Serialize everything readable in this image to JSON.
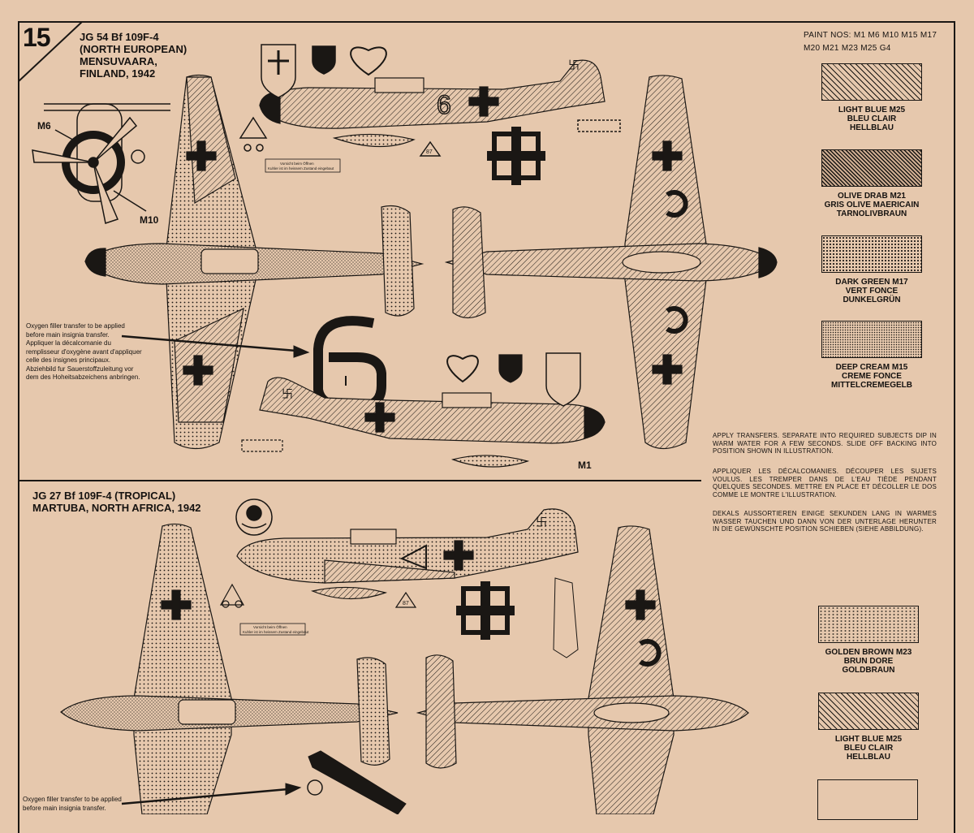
{
  "step_number": "15",
  "scheme1": {
    "title_lines": [
      "JG 54 Bf 109F-4",
      "(NORTH EUROPEAN)",
      "MENSUVAARA,",
      "FINLAND, 1942"
    ],
    "callouts": {
      "m6": "M6",
      "m10": "M10",
      "m1": "M1"
    },
    "oxygen_note": [
      "Oxygen filler transfer to be applied",
      "before main insignia transfer.",
      "Appliquer la décalcomanie du",
      "remplisseur d'oxygène avant d'appliquer",
      "celle des insignes principaux.",
      "Abziehbild fur Sauerstoffzuleitung vor",
      "dem des Hoheitsabzeichens anbringen."
    ],
    "fuselage_number": "6",
    "decal_number": "87",
    "small_stencil": [
      "Vorsicht beim Öffnen",
      "Kuhler ist im heissem Zustand eingebaut"
    ]
  },
  "scheme2": {
    "title_lines": [
      "JG 27 Bf 109F-4 (TROPICAL)",
      "MARTUBA, NORTH AFRICA, 1942"
    ],
    "oxygen_note": [
      "Oxygen filler transfer to be applied",
      "before main insignia transfer."
    ],
    "decal_number": "87",
    "small_stencil": [
      "Vorsicht beim Öffnen",
      "Kuhler ist im heissem Zustand eingebaut"
    ]
  },
  "paint_nos": [
    "PAINT NOS: M1 M6 M10 M15 M17",
    "M20 M21 M23 M25 G4"
  ],
  "swatches_top": [
    {
      "lines": [
        "LIGHT BLUE M25",
        "BLEU CLAIR",
        "HELLBLAU"
      ],
      "pattern": "hatch-light"
    },
    {
      "lines": [
        "OLIVE DRAB M21",
        "GRIS OLIVE MAERICAIN",
        "TARNOLIVBRAUN"
      ],
      "pattern": "hatch-dark"
    },
    {
      "lines": [
        "DARK GREEN M17",
        "VERT FONCE",
        "DUNKELGRÜN"
      ],
      "pattern": "dots-med"
    },
    {
      "lines": [
        "DEEP CREAM M15",
        "CREME FONCE",
        "MITTELCREMEGELB"
      ],
      "pattern": "dots-light"
    }
  ],
  "swatches_bottom": [
    {
      "lines": [
        "GOLDEN BROWN M23",
        "BRUN DORE",
        "GOLDBRAUN"
      ],
      "pattern": "dots-gold"
    },
    {
      "lines": [
        "LIGHT BLUE M25",
        "BLEU CLAIR",
        "HELLBLAU"
      ],
      "pattern": "hatch-light"
    }
  ],
  "instructions": {
    "en": "APPLY TRANSFERS. SEPARATE INTO REQUIRED SUBJECTS DIP IN WARM WATER FOR A FEW SECONDS. SLIDE OFF BACKING INTO POSITION SHOWN IN ILLUSTRATION.",
    "fr": "APPLIQUER LES DÉCALCOMANIES. DÉCOUPER LES SUJETS VOULUS. LES TREMPER DANS DE L'EAU TIÈDE PENDANT QUELQUES SECONDES. METTRE EN PLACE ET DÉCOLLER LE DOS COMME LE MONTRE L'ILLUSTRATION.",
    "de": "DEKALS AUSSORTIEREN EINIGE SEKUNDEN LANG IN WARMES WASSER TAUCHEN UND DANN VON DER UNTERLAGE HERUNTER IN DIE GEWÜNSCHTE POSITION SCHIEBEN (SIEHE ABBILDUNG)."
  },
  "colors": {
    "paper": "#e6c8ad",
    "ink": "#1a1714"
  }
}
